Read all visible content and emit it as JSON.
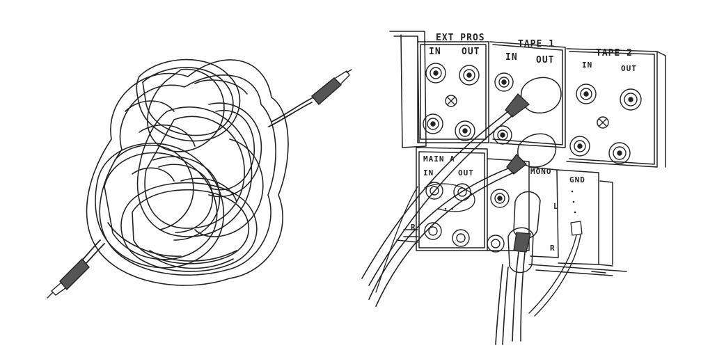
{
  "colors": {
    "ink": "#222222",
    "paper": "#ffffff",
    "plug": "#555555"
  },
  "panel": {
    "ext_pros": {
      "title": "EXT PROS",
      "in": "IN",
      "out": "OUT"
    },
    "tape1": {
      "title": "TAPE 1",
      "in": "IN",
      "out": "OUT"
    },
    "tape2": {
      "title": "TAPE 2",
      "in": "IN",
      "out": "OUT"
    },
    "main": {
      "title": "MAIN A",
      "in": "IN",
      "out": "OUT"
    },
    "mono": {
      "title": "MONO"
    },
    "gnd": {
      "title": "GND"
    },
    "channel_l": "L",
    "channel_r": "R"
  }
}
